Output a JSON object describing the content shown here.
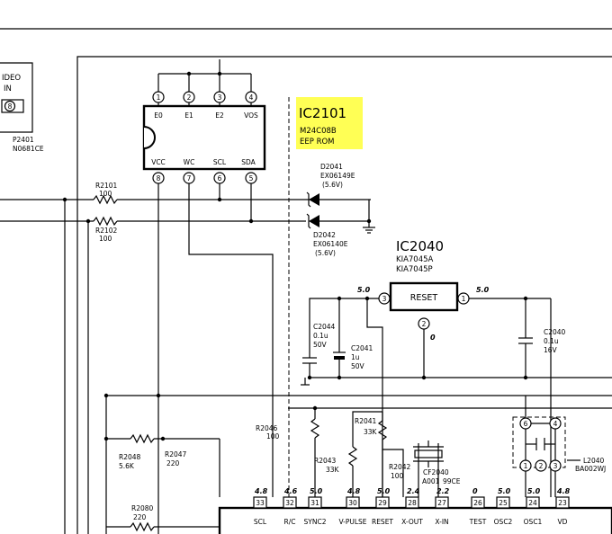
{
  "ic2101": {
    "name": "IC2101",
    "part": "M24C08B",
    "function": "EEP ROM",
    "pins_top": [
      {
        "num": "1",
        "label": "E0"
      },
      {
        "num": "2",
        "label": "E1"
      },
      {
        "num": "3",
        "label": "E2"
      },
      {
        "num": "4",
        "label": "VOS"
      }
    ],
    "pins_bottom": [
      {
        "num": "8",
        "label": "VCC"
      },
      {
        "num": "7",
        "label": "WC"
      },
      {
        "num": "6",
        "label": "SCL"
      },
      {
        "num": "5",
        "label": "SDA"
      }
    ]
  },
  "ic2040": {
    "name": "IC2040",
    "part1": "KIA7045A",
    "part2": "KIA7045P",
    "label": "RESET",
    "pin_in": "3",
    "pin_out": "1",
    "pin_gnd": "2",
    "v_in": "5.0",
    "v_out": "5.0",
    "v_gnd": "0"
  },
  "video_in": {
    "label1": "IDEO",
    "label2": "IN",
    "pin": "8",
    "ref": "P2401",
    "part": "N0681CE"
  },
  "diodes": [
    {
      "ref": "D2041",
      "part": "EX06149E",
      "value": "(5.6V)"
    },
    {
      "ref": "D2042",
      "part": "EX06140E",
      "value": "(5.6V)"
    }
  ],
  "resistors": [
    {
      "ref": "R2101",
      "value": "100"
    },
    {
      "ref": "R2102",
      "value": "100"
    },
    {
      "ref": "R2046",
      "value": "100"
    },
    {
      "ref": "R2041",
      "value": "33K"
    },
    {
      "ref": "R2043",
      "value": "33K"
    },
    {
      "ref": "R2042",
      "value": "100"
    },
    {
      "ref": "R2048",
      "value": "5.6K"
    },
    {
      "ref": "R2047",
      "value": "220"
    },
    {
      "ref": "R2080",
      "value": "220"
    }
  ],
  "capacitors": [
    {
      "ref": "C2044",
      "v1": "0.1u",
      "v2": "50V"
    },
    {
      "ref": "C2041",
      "v1": "1u",
      "v2": "50V"
    },
    {
      "ref": "C2040",
      "v1": "0.1u",
      "v2": "16V"
    }
  ],
  "crystal": {
    "ref": "CF2040",
    "part": "A001",
    "part2": "99CE"
  },
  "coil": {
    "ref": "L2040",
    "part": "BA002WJ",
    "pins": [
      "6",
      "4",
      "1",
      "2",
      "3"
    ]
  },
  "main_ic": {
    "pins": [
      {
        "num": "33",
        "volt": "4.8",
        "label": "SCL"
      },
      {
        "num": "32",
        "volt": "4.6",
        "label": "R/C"
      },
      {
        "num": "31",
        "volt": "5.0",
        "label": "SYNC2"
      },
      {
        "num": "30",
        "volt": "4.8",
        "label": "V-PULSE"
      },
      {
        "num": "29",
        "volt": "5.0",
        "label": "RESET"
      },
      {
        "num": "28",
        "volt": "2.4",
        "label": "X-OUT"
      },
      {
        "num": "27",
        "volt": "2.2",
        "label": "X-IN"
      },
      {
        "num": "26",
        "volt": "0",
        "label": "TEST"
      },
      {
        "num": "25",
        "volt": "5.0",
        "label": "OSC2"
      },
      {
        "num": "24",
        "volt": "5.0",
        "label": "OSC1"
      },
      {
        "num": "23",
        "volt": "4.8",
        "label": "VD"
      }
    ]
  }
}
